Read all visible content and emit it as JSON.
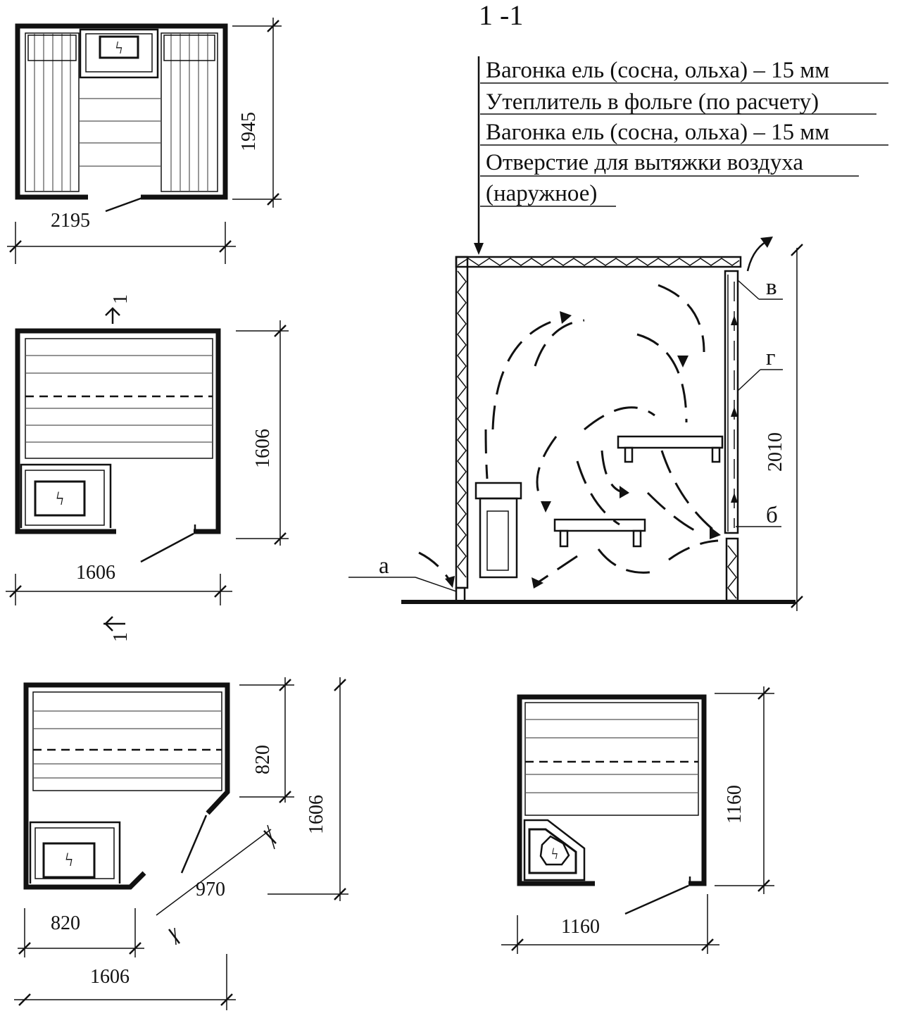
{
  "section_title": "1 -1",
  "legend": [
    "Вагонка ель (сосна, ольха) – 15 мм",
    "Утеплитель в фольге (по расчету)",
    "Вагонка ель (сосна, ольха) – 15 мм",
    "Отверстие для вытяжки воздуха",
    "(наружное)"
  ],
  "plans": {
    "plan1": {
      "width": "2195",
      "height": "1945"
    },
    "plan2": {
      "width": "1606",
      "height": "1606",
      "section_mark": "1"
    },
    "plan3": {
      "width_total": "1606",
      "width_part": "820",
      "height_total": "1606",
      "height_part": "820",
      "diagonal": "970"
    },
    "plan4": {
      "width": "1160",
      "height": "1160"
    }
  },
  "section": {
    "height": "2010",
    "marks": {
      "a": "а",
      "b": "б",
      "v": "в",
      "g": "г"
    }
  },
  "heater_symbol": "ϟ"
}
